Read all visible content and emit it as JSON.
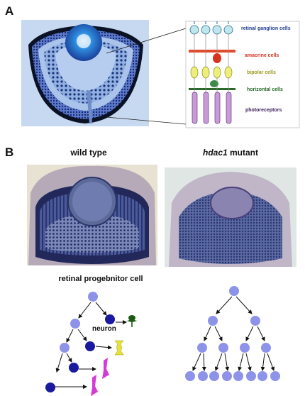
{
  "figure": {
    "panel_a_label": "A",
    "panel_b_label": "B",
    "retina_layers": [
      {
        "label": "retinal ganglion cells",
        "color": "#1f3a8a"
      },
      {
        "label": "amacrine cells",
        "color": "#d6331f"
      },
      {
        "label": "bipolar cells",
        "color": "#9a9a1a"
      },
      {
        "label": "horizontal cells",
        "color": "#2a6a2a"
      },
      {
        "label": "photoreceptors",
        "color": "#3a1a5a"
      }
    ],
    "wild_type_title": "wild type",
    "mutant_title_gene": "hdac1",
    "mutant_title_rest": " mutant",
    "progenitor_title": "retinal progebnitor cell",
    "neuron_label": "neuron",
    "colors": {
      "progenitor_fill": "#8d93e8",
      "neuron_fill": "#1a1aa0",
      "ganglion_glyph": "#1d5a12",
      "bipolar_glyph": "#e6e23a",
      "photoreceptor_glyph": "#d63ad6"
    }
  }
}
